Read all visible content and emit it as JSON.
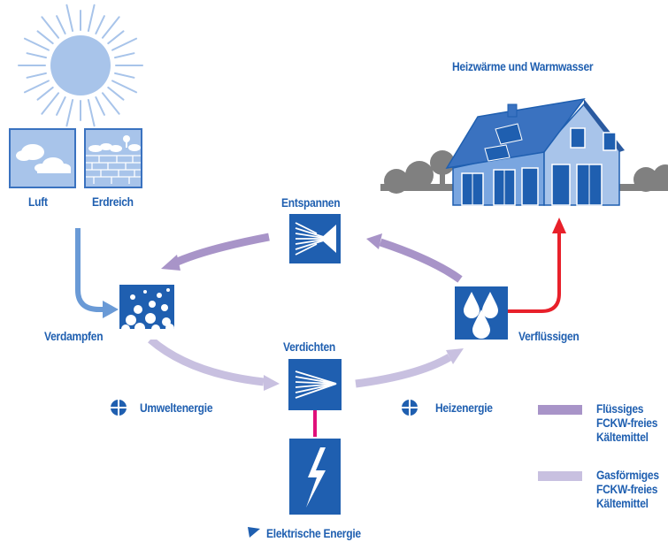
{
  "labels": {
    "heat": "Heizwärme und Warmwasser",
    "air": "Luft",
    "ground": "Erdreich",
    "expand": "Entspannen",
    "evaporate": "Verdampfen",
    "compress": "Verdichten",
    "condense": "Verflüssigen",
    "env_energy": "Umweltenergie",
    "heat_energy": "Heizenergie",
    "electric_energy": "Elektrische Energie"
  },
  "legend": [
    {
      "lines": [
        "Flüssiges",
        "FCKW-freies",
        "Kältemittel"
      ],
      "color": "#a894c8"
    },
    {
      "lines": [
        "Gasförmiges",
        "FCKW-freies",
        "Kältemittel"
      ],
      "color": "#c8c0e0"
    }
  ],
  "colors": {
    "box_blue": "#1f5fb0",
    "label_blue": "#1f5fb0",
    "liquid_arrow": "#a894c8",
    "gas_arrow": "#c8c0e0",
    "input_arrow": "#6a9ad6",
    "output_arrow": "#e8202a",
    "electric_arrow": "#e0107a",
    "sun": "#a8c4ea",
    "house_roof": "#3a72c0",
    "house_wall": "#7aa6e0",
    "trees": "#808080"
  },
  "icons": {
    "sun": "sun-icon",
    "air": "cloud-icon",
    "ground": "ground-layers-icon",
    "expand": "expansion-valve-icon",
    "evaporate": "bubbles-icon",
    "compress": "compressor-icon",
    "condense": "droplets-icon",
    "electric": "lightning-icon",
    "env_energy": "quarter-circle-icon",
    "heat_energy": "quarter-circle-icon",
    "electric_energy": "play-icon",
    "house": "house-icon"
  }
}
